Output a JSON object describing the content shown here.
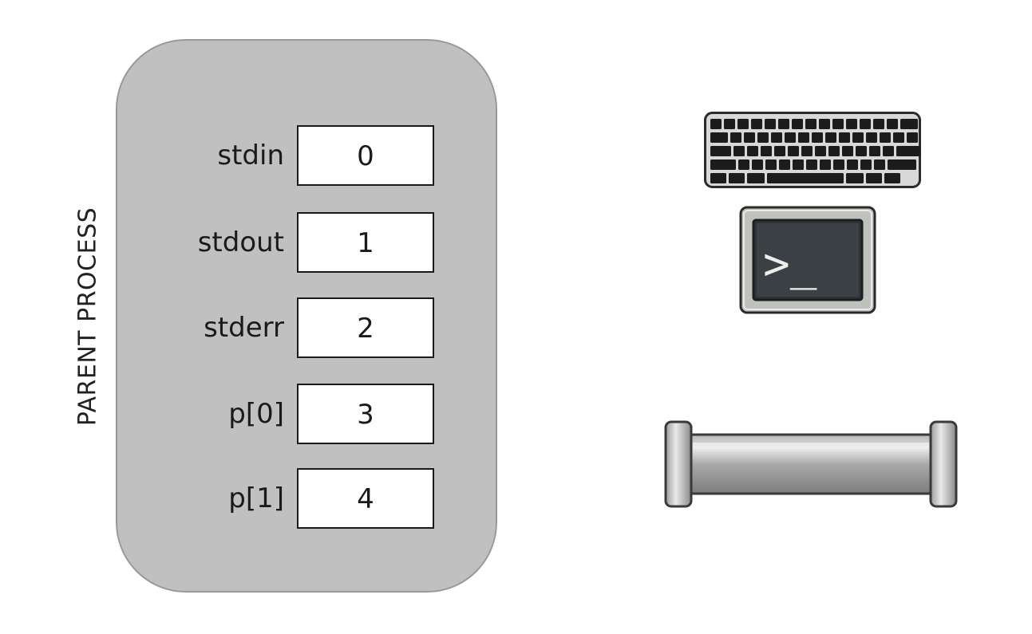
{
  "process": {
    "label": "PARENT PROCESS"
  },
  "fd_table": [
    {
      "name": "stdin",
      "value": "0"
    },
    {
      "name": "stdout",
      "value": "1"
    },
    {
      "name": "stderr",
      "value": "2"
    },
    {
      "name": "p[0]",
      "value": "3"
    },
    {
      "name": "p[1]",
      "value": "4"
    }
  ],
  "icons": {
    "keyboard": "keyboard-icon",
    "terminal": "terminal-icon",
    "terminal_prompt": ">_",
    "pipe": "pipe-icon"
  },
  "colors": {
    "process_fill": "#c0c0c0",
    "cell_fill": "#ffffff",
    "terminal_screen": "#2e3436"
  }
}
